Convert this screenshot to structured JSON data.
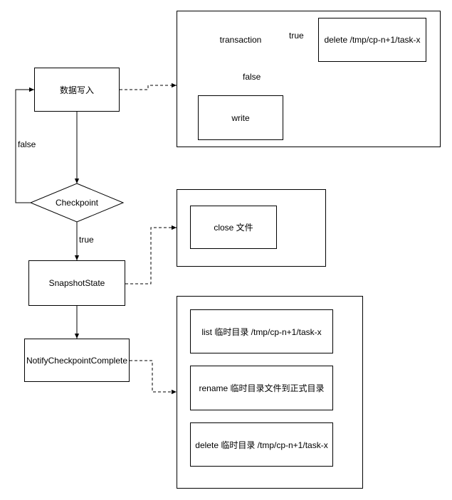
{
  "nodes": {
    "write_data": "数据写入",
    "checkpoint": "Checkpoint",
    "snapshot_state": "SnapshotState",
    "notify_complete": "NotifyCheckpointComplete",
    "transaction": "transaction",
    "delete_tmp": "delete /tmp/cp-n+1/task-x",
    "write": "write",
    "close_file": "close 文件",
    "list_tmp": "list 临时目录 /tmp/cp-n+1/task-x",
    "rename_tmp": "rename 临时目录文件到正式目录",
    "delete_tmp_dir": "delete 临时目录 /tmp/cp-n+1/task-x"
  },
  "edges": {
    "checkpoint_true": "true",
    "checkpoint_false": "false",
    "transaction_true": "true",
    "transaction_false": "false"
  }
}
